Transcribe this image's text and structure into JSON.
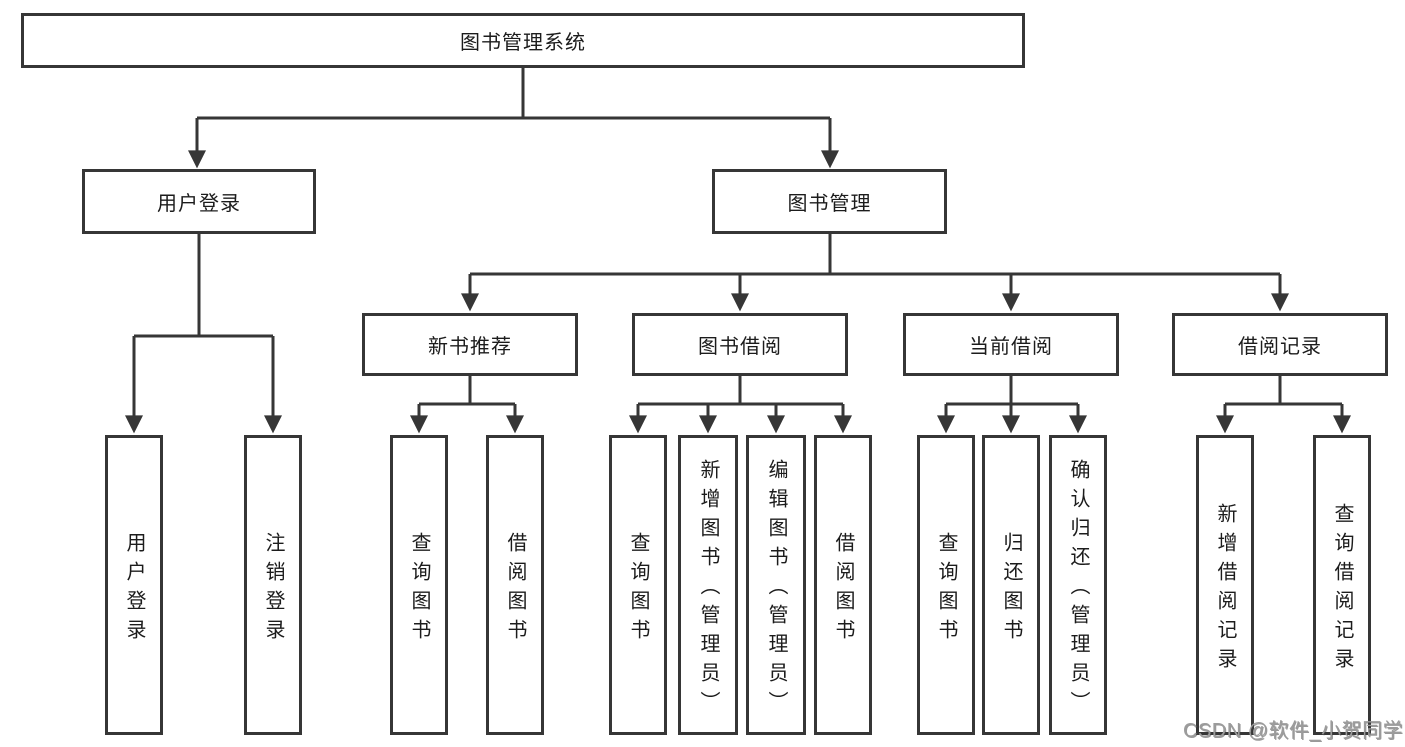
{
  "diagram": {
    "root": {
      "label": "图书管理系统"
    },
    "level2": [
      {
        "label": "用户登录"
      },
      {
        "label": "图书管理"
      }
    ],
    "level3": [
      {
        "label": "新书推荐"
      },
      {
        "label": "图书借阅"
      },
      {
        "label": "当前借阅"
      },
      {
        "label": "借阅记录"
      }
    ],
    "leaves": {
      "user_login": [
        "用户登录",
        "注销登录"
      ],
      "new_books": [
        "查询图书",
        "借阅图书"
      ],
      "book_borrow": [
        "查询图书",
        "新增图书（管理员）",
        "编辑图书（管理员）",
        "借阅图书"
      ],
      "current_borrow": [
        "查询图书",
        "归还图书",
        "确认归还（管理员）"
      ],
      "borrow_records": [
        "新增借阅记录",
        "查询借阅记录"
      ]
    }
  },
  "watermark": "CSDN @软件_小贺同学",
  "colors": {
    "line": "#363636",
    "text": "#1c1c1c",
    "watermark": "#9c9c9c",
    "background": "#ffffff"
  }
}
